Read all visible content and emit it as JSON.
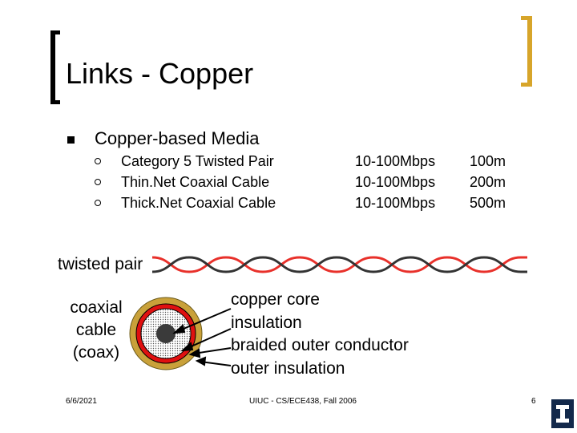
{
  "title": "Links - Copper",
  "heading": "Copper-based Media",
  "media": [
    {
      "name": "Category 5 Twisted Pair",
      "rate": "10-100Mbps",
      "distance": "100m"
    },
    {
      "name": "Thin.Net Coaxial Cable",
      "rate": "10-100Mbps",
      "distance": "200m"
    },
    {
      "name": "Thick.Net Coaxial Cable",
      "rate": "10-100Mbps",
      "distance": "500m"
    }
  ],
  "twisted_pair_label": "twisted pair",
  "coax_label": [
    "coaxial",
    "cable",
    "(coax)"
  ],
  "coax_parts": [
    "copper core",
    "insulation",
    "braided outer conductor",
    "outer insulation"
  ],
  "footer": {
    "date": "6/6/2021",
    "course": "UIUC - CS/ECE438, Fall 2006",
    "page": "6"
  },
  "logo_letter": "I",
  "colors": {
    "accent": "#d7a52a",
    "wire_red": "#e8302a",
    "wire_dark": "#333333",
    "outer_insulation": "#c9a13a",
    "braid": "#e01010",
    "logo_bg": "#13294b"
  }
}
